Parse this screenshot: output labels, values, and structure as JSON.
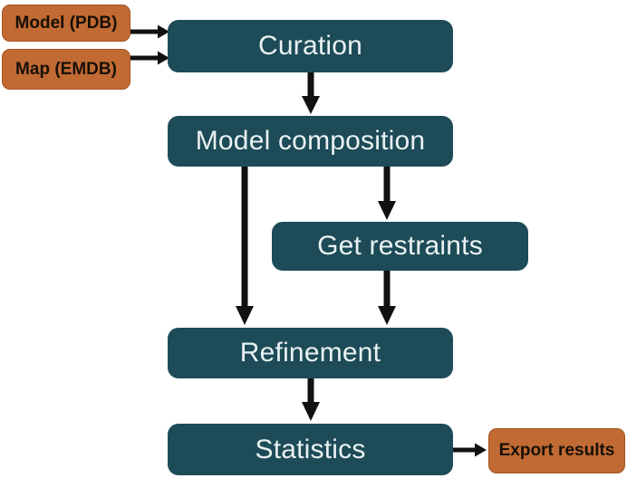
{
  "diagram": {
    "type": "flowchart",
    "background": "#ffffff",
    "colors": {
      "step_fill": "#1d4b57",
      "step_text": "#e9f1f2",
      "io_fill": "#c16a33",
      "io_border": "#a0571f",
      "io_text": "#171006",
      "arrow": "#111111"
    },
    "inputs": [
      {
        "id": "model-pdb",
        "label": "Model (PDB)"
      },
      {
        "id": "map-emdb",
        "label": "Map (EMDB)"
      }
    ],
    "steps": [
      {
        "id": "curation",
        "label": "Curation"
      },
      {
        "id": "model-composition",
        "label": "Model composition"
      },
      {
        "id": "get-restraints",
        "label": "Get restraints"
      },
      {
        "id": "refinement",
        "label": "Refinement"
      },
      {
        "id": "statistics",
        "label": "Statistics"
      }
    ],
    "output": {
      "id": "export-results",
      "label": "Export results"
    },
    "edges": [
      {
        "from": "Model (PDB)",
        "to": "Curation"
      },
      {
        "from": "Map (EMDB)",
        "to": "Curation"
      },
      {
        "from": "Curation",
        "to": "Model composition"
      },
      {
        "from": "Model composition",
        "to": "Refinement"
      },
      {
        "from": "Model composition",
        "to": "Get restraints"
      },
      {
        "from": "Get restraints",
        "to": "Refinement"
      },
      {
        "from": "Refinement",
        "to": "Statistics"
      },
      {
        "from": "Statistics",
        "to": "Export results"
      }
    ]
  }
}
